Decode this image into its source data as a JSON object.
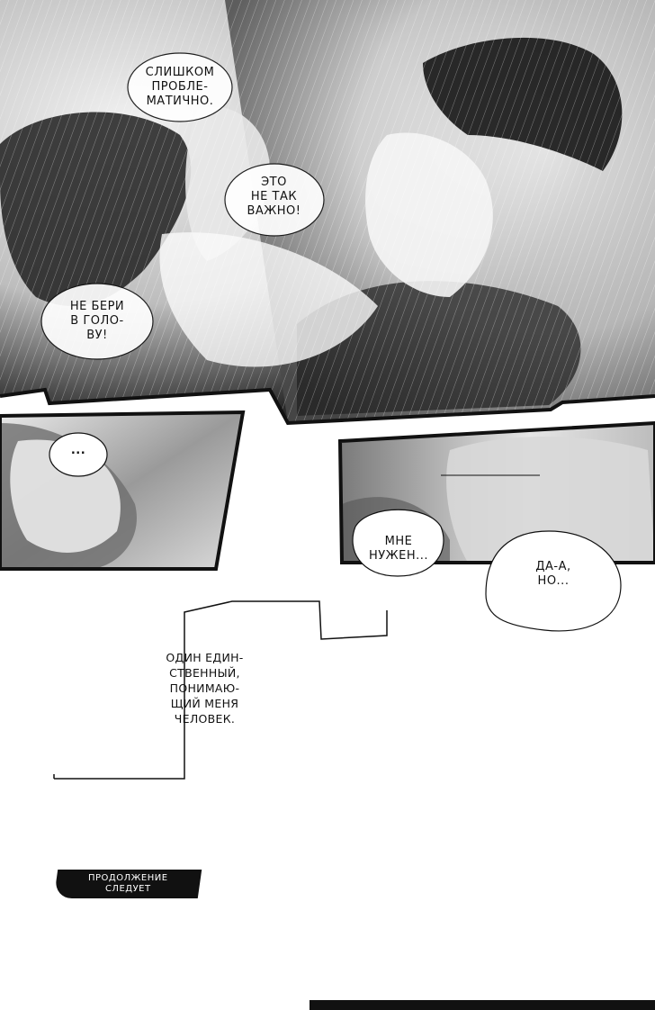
{
  "panel1": {
    "bubble_top": "СЛИШКОМ\nПРОБЛЕ-\nМАТИЧНО.",
    "bubble_middle": "ЭТО\nНЕ ТАК\nВАЖНО!",
    "bubble_left": "НЕ БЕРИ\nВ ГОЛО-\nВУ!"
  },
  "panel2": {
    "bubble_ellipsis": "...",
    "bubble_need": "МНЕ\nНУЖЕН...",
    "bubble_yes": "ДА-А,\nНО..."
  },
  "caption": "ОДИН ЕДИН-\nСТВЕННЫЙ,\nПОНИМАЮ-\nЩИЙ МЕНЯ\nЧЕЛОВЕК.",
  "badge_text": "ПРОДОЛЖЕНИЕ\nСЛЕДУЕТ"
}
